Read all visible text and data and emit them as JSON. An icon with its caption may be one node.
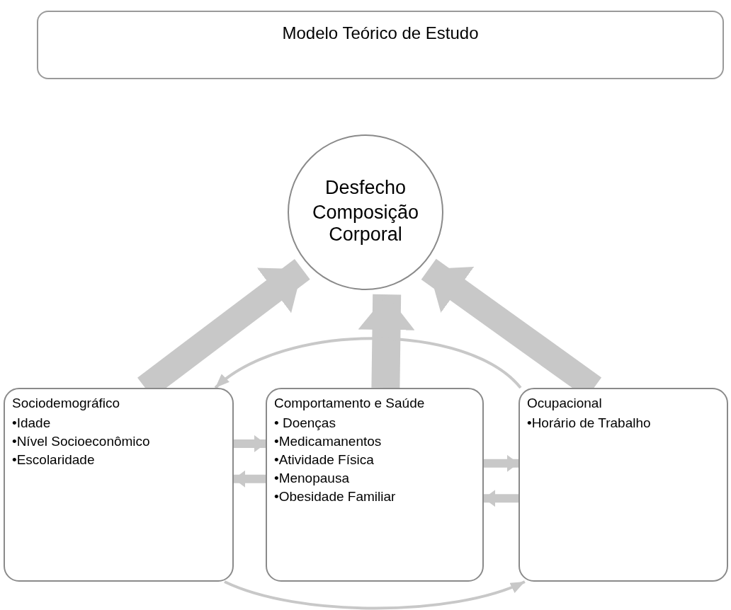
{
  "diagram": {
    "nodes": [
      {
        "text": [
          "Modelo Teórico de Estudo"
        ]
      },
      {
        "text": [
          "Desfecho",
          "Composição Corporal"
        ]
      },
      {
        "text": [
          "Sociodemográfico",
          "•Idade",
          "•Nível Socioeconômico",
          "•Escolaridade"
        ]
      },
      {
        "text": [
          "Comportamento e Saúde",
          "• Doenças",
          "•Medicamanentos",
          "•Atividade Física",
          "•Menopausa",
          "•Obesidade Familiar"
        ]
      },
      {
        "text": [
          "Ocupacional",
          "•Horário de Trabalho"
        ]
      }
    ],
    "edges": [
      {
        "from": 2,
        "to": 1,
        "arrow": "to",
        "style": "thick"
      },
      {
        "from": 3,
        "to": 1,
        "arrow": "to",
        "style": "thick"
      },
      {
        "from": 4,
        "to": 1,
        "arrow": "to",
        "style": "thick"
      },
      {
        "from": 2,
        "to": 3,
        "arrow": "to"
      },
      {
        "from": 3,
        "to": 2,
        "arrow": "to"
      },
      {
        "from": 3,
        "to": 4,
        "arrow": "to"
      },
      {
        "from": 4,
        "to": 3,
        "arrow": "to"
      },
      {
        "from": 4,
        "to": 2,
        "arrow": "to"
      },
      {
        "from": 2,
        "to": 4,
        "arrow": "to"
      }
    ]
  }
}
